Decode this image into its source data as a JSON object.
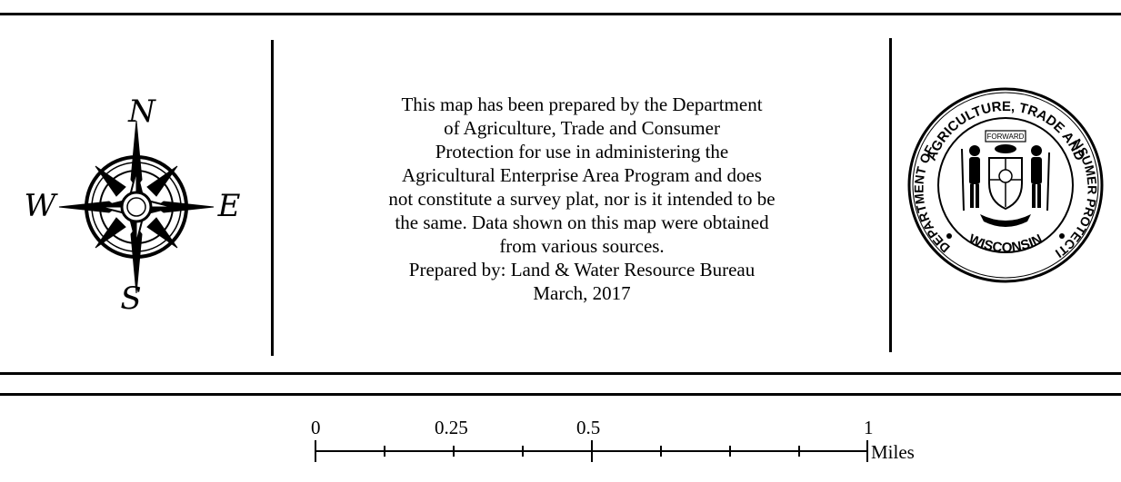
{
  "disclaimer": {
    "lines": [
      "This map has been prepared by the Department",
      "of Agriculture, Trade and Consumer",
      "Protection for use in administering the",
      "Agricultural Enterprise Area Program and does",
      "not constitute a survey plat, nor is it intended to be",
      "the same.  Data shown on this map were obtained",
      "from various sources.",
      "Prepared by:  Land & Water Resource Bureau",
      "March, 2017"
    ]
  },
  "compass": {
    "north": "N",
    "south": "S",
    "east": "E",
    "west": "W",
    "icon": "compass-rose-icon"
  },
  "seal": {
    "top_text": "AGRICULTURE, TRADE AND",
    "left_text": "DEPARTMENT OF",
    "right_text": "CONSUMER PROTECTION",
    "bottom_text": "WISCONSIN",
    "motto": "FORWARD",
    "icon": "wisconsin-state-seal-icon"
  },
  "scale_bar": {
    "labels": [
      "0",
      "0.25",
      "0.5",
      "1"
    ],
    "unit": "Miles"
  }
}
